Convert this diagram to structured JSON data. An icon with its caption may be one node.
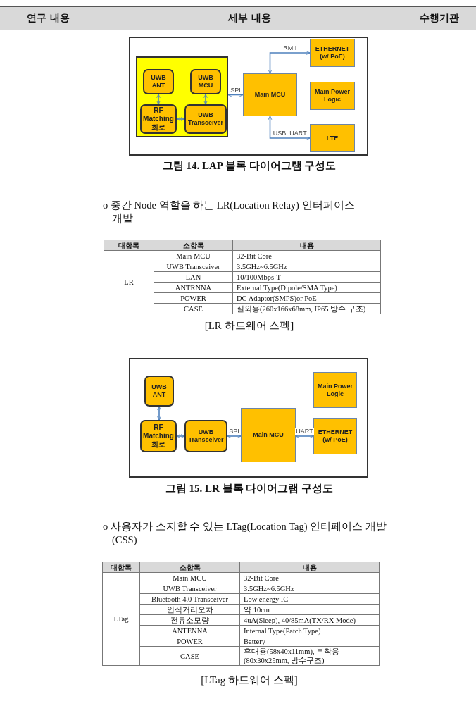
{
  "diagram": {
    "nodes": [
      {
        "text": [],
        "shape": "box"
      },
      {
        "text": [
          "UWB ANT"
        ],
        "in": 0
      },
      {
        "text": [
          "UWB MCU"
        ],
        "in": 0
      },
      {
        "text": [
          "RF Matching 회로"
        ],
        "in": 0
      },
      {
        "text": [
          "UWB Transceiver"
        ],
        "in": 0
      },
      {
        "text": [
          "Main MCU"
        ]
      },
      {
        "text": [
          "ETHERNET (w/ PoE)"
        ]
      },
      {
        "text": [
          "Main Power Logic"
        ]
      },
      {
        "text": [
          "LTE"
        ]
      },
      {
        "text": [
          "UWB ANT"
        ]
      },
      {
        "text": [
          "RF Matching 회로"
        ]
      },
      {
        "text": [
          "UWB Transceiver"
        ]
      },
      {
        "text": [
          "Main MCU"
        ]
      },
      {
        "text": [
          "Main Power Logic"
        ]
      },
      {
        "text": [
          "ETHERNET (w/ PoE)"
        ]
      }
    ],
    "edges": [
      {
        "from": 1,
        "to": 3,
        "arrow": "both"
      },
      {
        "from": 2,
        "to": 4,
        "arrow": "both"
      },
      {
        "from": 3,
        "to": 4,
        "arrow": "both"
      },
      {
        "from": 0,
        "to": 5,
        "arrow": "both",
        "label": "SPI"
      },
      {
        "from": 5,
        "to": 6,
        "arrow": "both",
        "label": "RMII"
      },
      {
        "from": 5,
        "to": 8,
        "arrow": "both",
        "label": "USB, UART"
      },
      {
        "from": 9,
        "to": 10,
        "arrow": "both"
      },
      {
        "from": 10,
        "to": 11,
        "arrow": "both"
      },
      {
        "from": 11,
        "to": 12,
        "arrow": "both",
        "label": "SPI"
      },
      {
        "from": 12,
        "to": 14,
        "arrow": "both",
        "label": "UART"
      }
    ],
    "labels": [
      "연구 내용",
      "세부 내용",
      "수행기관",
      "그림 14. LAP 블록 다이어그램 구성도",
      "o 중간 Node 역할을 하는 LR(Location Relay) 인터페이스 개발",
      "대항목",
      "소항목",
      "내용",
      "LR",
      "Main MCU",
      "32-Bit Core",
      "UWB Transceiver",
      "3.5GHz~6.5GHz",
      "LAN",
      "10/100Mbps-T",
      "ANTRNNA",
      "External Type(Dipole/SMA Type)",
      "POWER",
      "DC Adaptor(SMPS)or PoE",
      "CASE",
      "실외용(260x166x68mm, IP65 방수 구조)",
      "[LR 하드웨어 스펙]",
      "그림 15. LR 블록 다이어그램 구성도",
      "o 사용자가 소지할 수 있는 LTag(Location Tag) 인터페이스 개발(CSS)",
      "대항목",
      "소항목",
      "내용",
      "LTag",
      "Main MCU",
      "32-Bit Core",
      "UWB Transceiver",
      "3.5GHz~6.5GHz",
      "Bluetooth 4.0 Transceiver",
      "Low energy IC",
      "인식거리오차",
      "약 10cm",
      "전류소모량",
      "4uA(Sleep), 40/85mA(TX/RX Mode)",
      "ANTENNA",
      "Internal Type(Patch Type)",
      "POWER",
      "Battery",
      "CASE",
      "휴대용(58x40x11mm), 부착용(80x30x25mm, 방수구조)",
      "[LTag 하드웨어 스펙]"
    ]
  }
}
